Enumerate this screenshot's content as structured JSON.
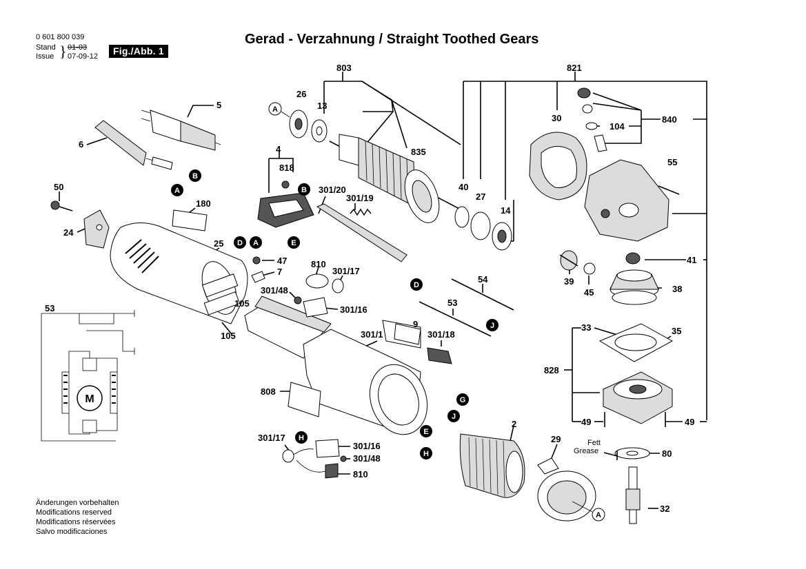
{
  "header": {
    "part_number": "0 601 800 039",
    "stand_label": "Stand",
    "stand_value": "01-03",
    "issue_label": "Issue",
    "issue_value": "07-09-12",
    "fig_label": "Fig./Abb. 1",
    "title": "Gerad - Verzahnung / Straight Toothed Gears"
  },
  "footer_notes": [
    "Änderungen vorbehalten",
    "Modifications reserved",
    "Modifications réservées",
    "Salvo modificaciones"
  ],
  "fett_label": "Fett",
  "grease_label": "Grease",
  "motor_label": "M",
  "part_labels": {
    "p803": "803",
    "p821": "821",
    "p26": "26",
    "p13": "13",
    "p5": "5",
    "p6": "6",
    "p4": "4",
    "p818": "818",
    "p835": "835",
    "p30": "30",
    "p104": "104",
    "p840": "840",
    "p55": "55",
    "p50": "50",
    "p180": "180",
    "p301_20": "301/20",
    "p301_19": "301/19",
    "p40": "40",
    "p27": "27",
    "p14": "14",
    "p24": "24",
    "p25": "25",
    "p47": "47",
    "p7": "7",
    "p810a": "810",
    "p301_17a": "301/17",
    "p301_48a": "301/48",
    "p301_16a": "301/16",
    "p105a": "105",
    "p105b": "105",
    "p54": "54",
    "p41": "41",
    "p39": "39",
    "p45": "45",
    "p38": "38",
    "p53": "53",
    "p53b": "53",
    "p9": "9",
    "p301_1": "301/1",
    "p301_18": "301/18",
    "p33": "33",
    "p35": "35",
    "p828": "828",
    "p808": "808",
    "p2": "2",
    "p49a": "49",
    "p49b": "49",
    "p301_17b": "301/17",
    "p301_16b": "301/16",
    "p301_48b": "301/48",
    "p810b": "810",
    "p29": "29",
    "p80": "80",
    "p32": "32"
  },
  "callouts": {
    "A": "A",
    "B": "B",
    "D": "D",
    "E": "E",
    "G": "G",
    "H": "H",
    "J": "J"
  }
}
